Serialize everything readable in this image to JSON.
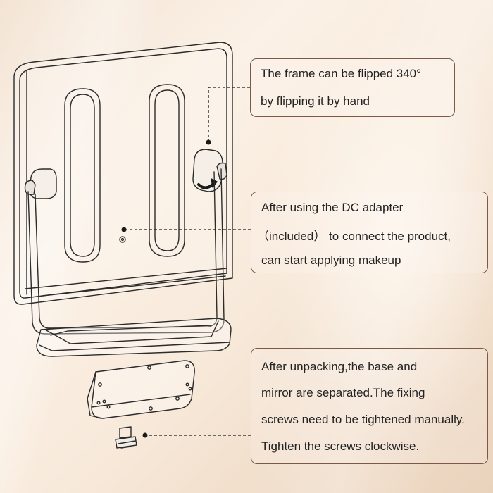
{
  "callouts": {
    "flip": {
      "lines": [
        "The frame can be flipped 340°",
        "by flipping it by hand"
      ]
    },
    "adapter": {
      "lines": [
        "After using the DC adapter",
        "（included） to connect the product,",
        "can start applying makeup"
      ]
    },
    "screws": {
      "lines": [
        "After unpacking,the base and",
        "mirror are separated.The fixing",
        "screws need to be tightened manually.",
        "Tighten the screws clockwise."
      ]
    }
  },
  "colors": {
    "callout_border": "#7a5a44",
    "line_art": "#2b2b2b",
    "background": "#f8eadb"
  }
}
